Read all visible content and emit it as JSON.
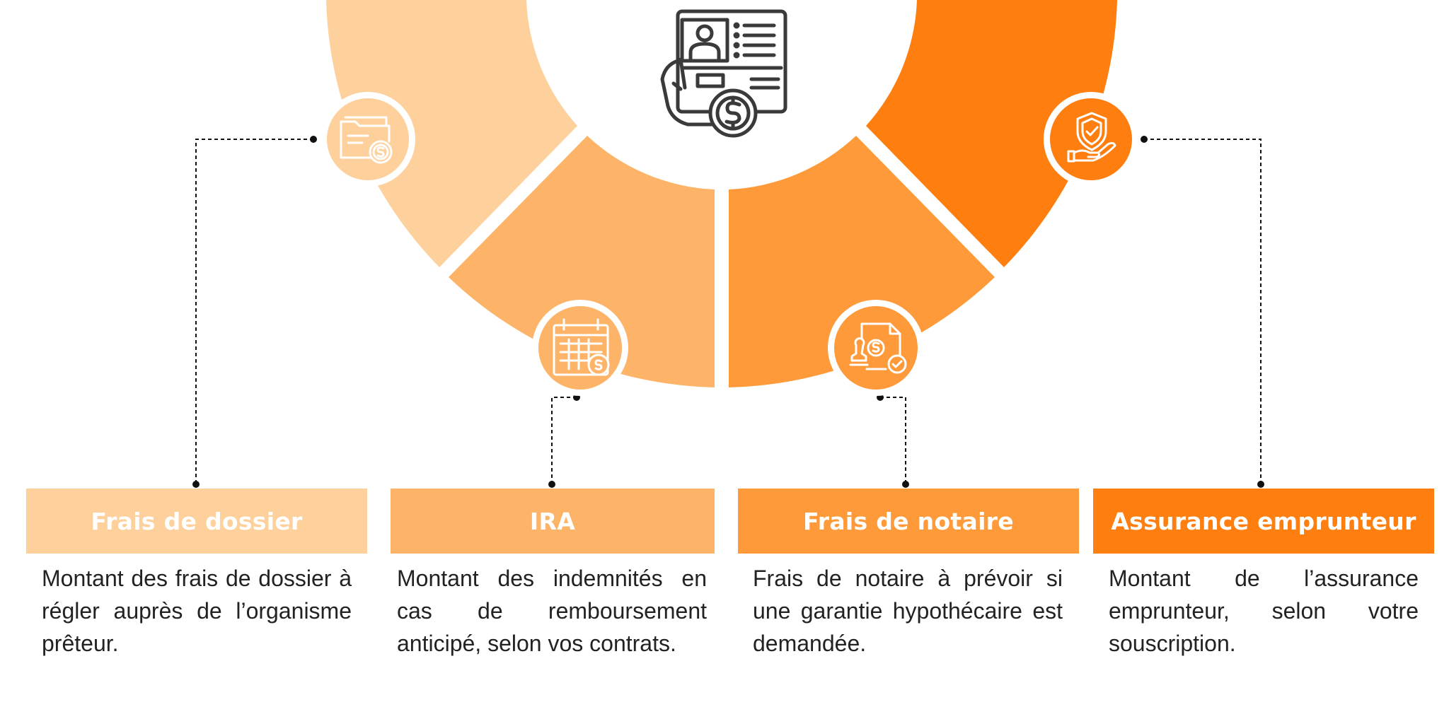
{
  "colors": {
    "segment_1": "#FDD09C",
    "segment_2": "#FDB468",
    "segment_3": "#FE9A3A",
    "segment_4": "#FE7F10",
    "icon_dark": "#3A3A3A",
    "text": "#222222",
    "connector": "#111111"
  },
  "center_icon": "id-card-with-hand-and-dollar-coin-icon",
  "items": [
    {
      "title": "Frais de dossier",
      "description": "Montant des frais de dossier à régler auprès de l’organisme prêteur.",
      "icon": "folder-with-dollar-coin-icon"
    },
    {
      "title": "IRA",
      "description": "Montant des indemnités en cas de remboursement anticipé, selon vos contrats.",
      "icon": "calendar-with-dollar-coin-icon"
    },
    {
      "title": "Frais de notaire",
      "description": "Frais de notaire à prévoir si une garantie hypothécaire est demandée.",
      "icon": "document-with-stamp-icon"
    },
    {
      "title": "Assurance emprunteur",
      "description": "Montant de l’assurance emprunteur, selon votre souscription.",
      "icon": "shield-in-hand-icon"
    }
  ]
}
